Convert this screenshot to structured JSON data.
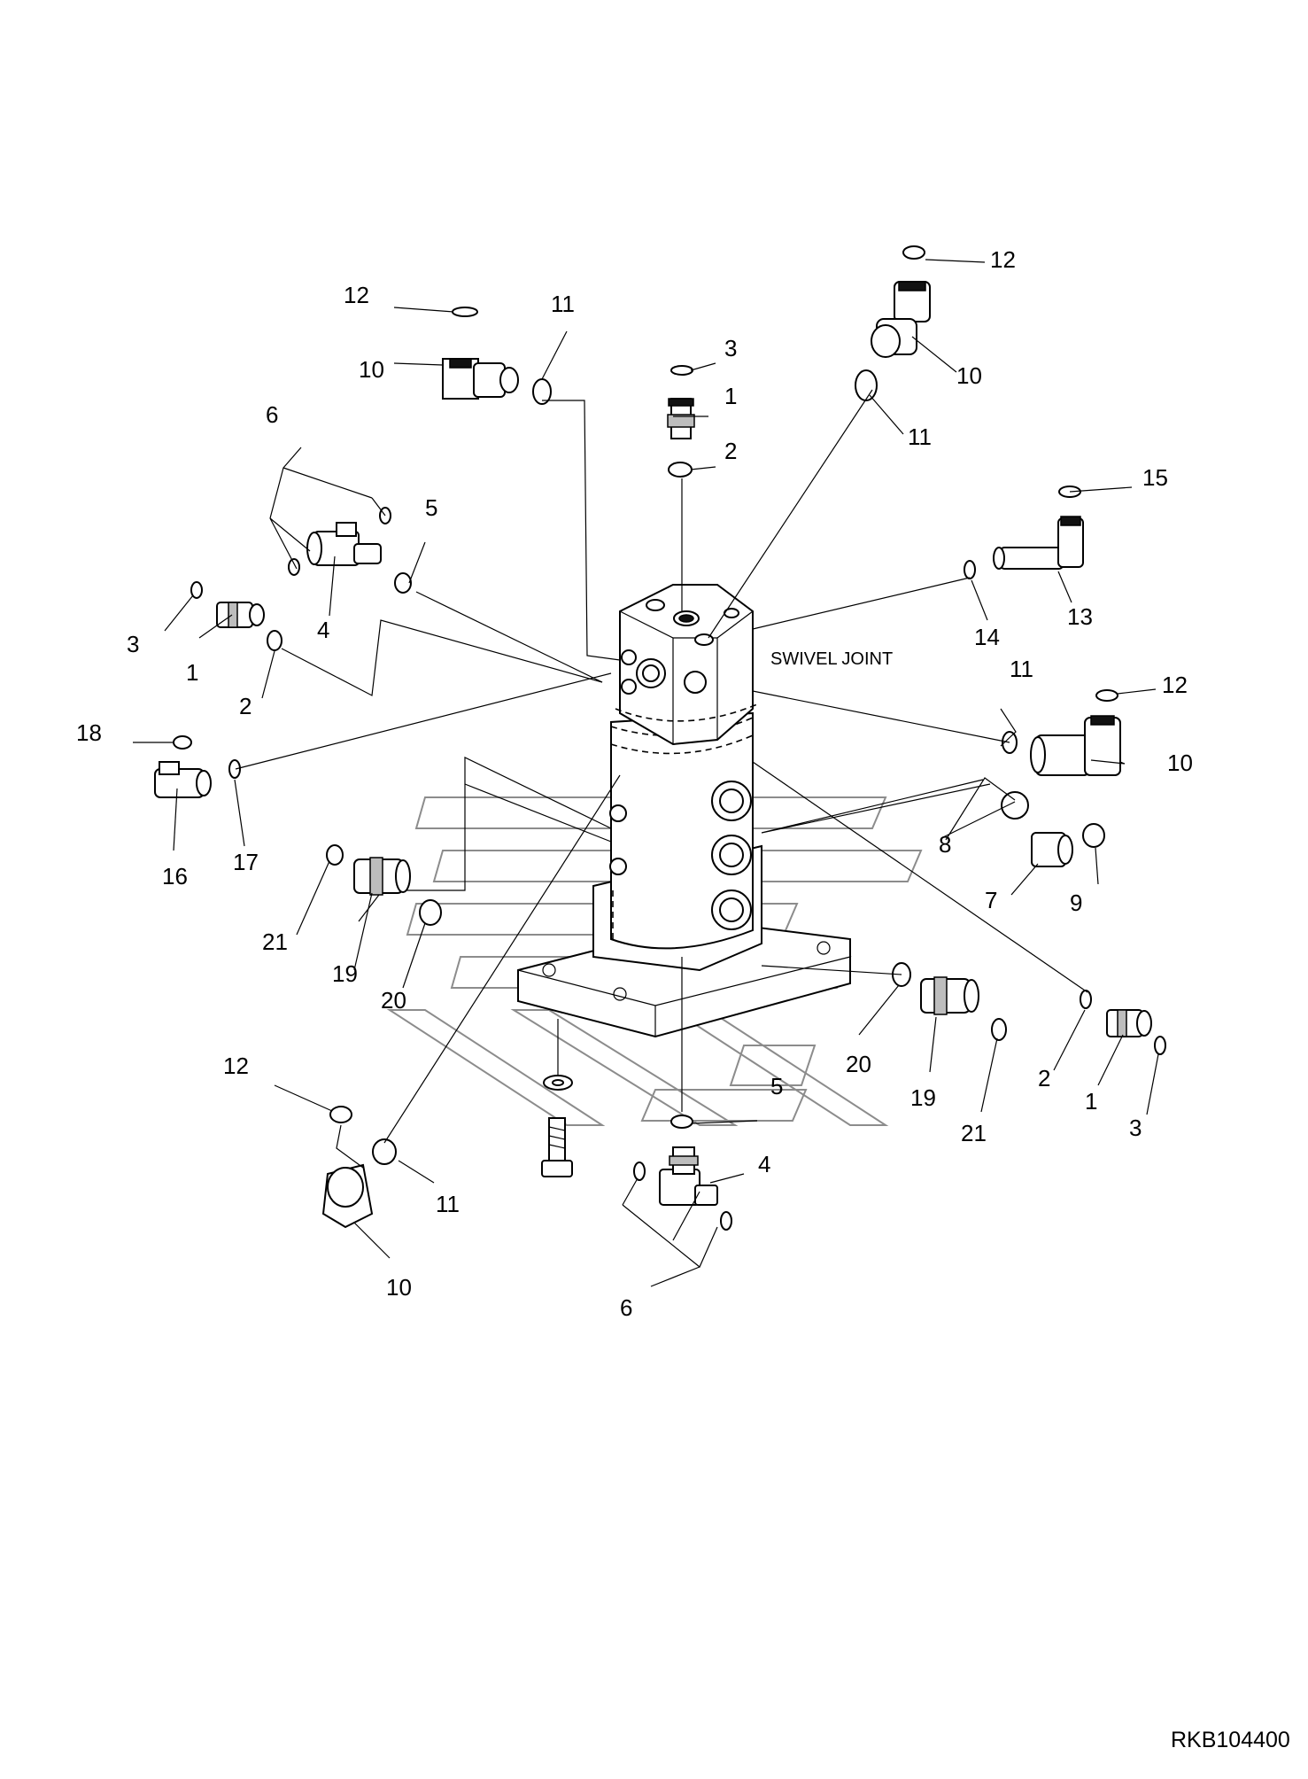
{
  "diagram": {
    "main_label": "SWIVEL JOINT",
    "drawing_code": "RKB104400",
    "callouts": [
      "12",
      "11",
      "10",
      "3",
      "1",
      "2",
      "6",
      "5",
      "4",
      "3",
      "1",
      "2",
      "18",
      "16",
      "17",
      "21",
      "19",
      "20",
      "12",
      "11",
      "10",
      "12",
      "10",
      "11",
      "15",
      "13",
      "14",
      "11",
      "12",
      "10",
      "8",
      "7",
      "9",
      "20",
      "19",
      "21",
      "2",
      "1",
      "3",
      "5",
      "4",
      "6"
    ]
  }
}
